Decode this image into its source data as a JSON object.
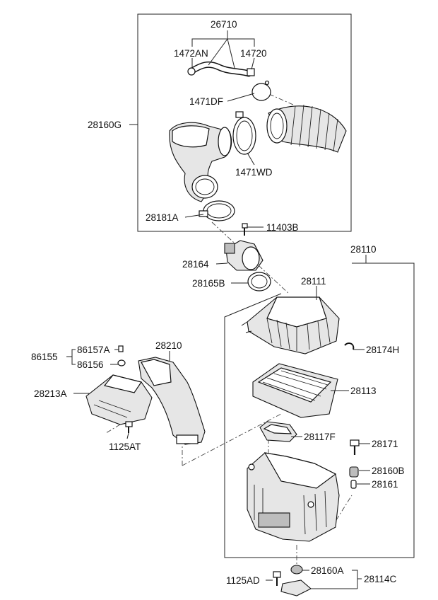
{
  "labels": {
    "p26710": "26710",
    "p1472AN": "1472AN",
    "p14720": "14720",
    "p28160G": "28160G",
    "p1471DF": "1471DF",
    "p1471WD": "1471WD",
    "p28181A": "28181A",
    "p11403B": "11403B",
    "p28110": "28110",
    "p28164": "28164",
    "p28165B": "28165B",
    "p28111": "28111",
    "p28174H": "28174H",
    "p86155": "86155",
    "p86157A": "86157A",
    "p86156": "86156",
    "p28210": "28210",
    "p28213A": "28213A",
    "p28113": "28113",
    "p1125AT": "1125AT",
    "p28117F": "28117F",
    "p28171": "28171",
    "p28160B": "28160B",
    "p28161": "28161",
    "p1125AD": "1125AD",
    "p28160A": "28160A",
    "p28114C": "28114C"
  }
}
